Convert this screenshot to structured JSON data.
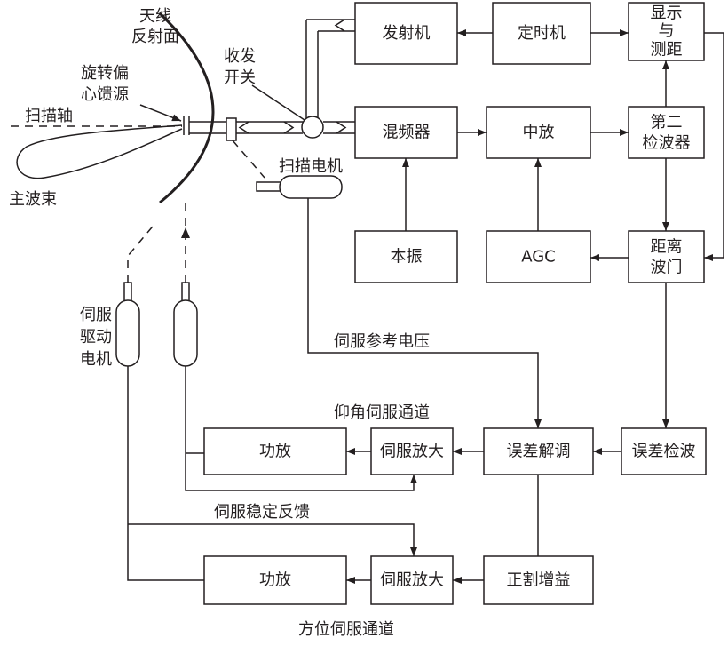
{
  "labels": {
    "antenna": [
      "天线",
      "反射面"
    ],
    "feed": [
      "旋转偏",
      "心馈源"
    ],
    "scan_axis": "扫描轴",
    "main_beam": "主波束",
    "duplexer": [
      "收发",
      "开关"
    ],
    "scan_motor": "扫描电机",
    "servo_motor": [
      "伺服",
      "驱动",
      "电机"
    ],
    "servo_ref_voltage": "伺服参考电压",
    "elevation_channel": "仰角伺服通道",
    "servo_feedback": "伺服稳定反馈",
    "azimuth_channel": "方位伺服通道"
  },
  "blocks": {
    "transmitter": [
      "发射机"
    ],
    "timer": [
      "定时机"
    ],
    "display": [
      "显示",
      "与",
      "测距"
    ],
    "mixer": [
      "混频器"
    ],
    "if_amp": [
      "中放"
    ],
    "second_detector": [
      "第二",
      "检波器"
    ],
    "local_osc": [
      "本振"
    ],
    "agc": [
      "AGC"
    ],
    "range_gate": [
      "距离",
      "波门"
    ],
    "elev_power_amp": [
      "功放"
    ],
    "elev_servo_amp": [
      "伺服放大"
    ],
    "error_demod": [
      "误差解调"
    ],
    "error_detector": [
      "误差检波"
    ],
    "az_power_amp": [
      "功放"
    ],
    "az_servo_amp": [
      "伺服放大"
    ],
    "secant_gain": [
      "正割增益"
    ]
  },
  "colors": {
    "line": "#231f20",
    "background": "#ffffff"
  }
}
